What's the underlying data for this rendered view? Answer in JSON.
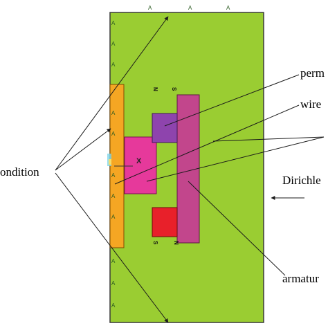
{
  "labels": {
    "permanent_magnet": "perm",
    "wire": "wire",
    "boundary_condition": "ondition",
    "dirichlet": "Dirichle",
    "armature": "armatur"
  },
  "poles": {
    "magnet_top_left": "N",
    "magnet_top_right": "S",
    "magnet_bottom_left": "S",
    "magnet_bottom_right": "N"
  },
  "boundary_mark": "A",
  "wire_mark": "X",
  "colors": {
    "domain": "#9acd32",
    "domain_border": "#3a3a3a",
    "left_strip": "#f5a623",
    "wire_block": "#e6399b",
    "armature": "#c2468c",
    "magnet_top": "#8e44ad",
    "magnet_bottom": "#e8202a"
  }
}
